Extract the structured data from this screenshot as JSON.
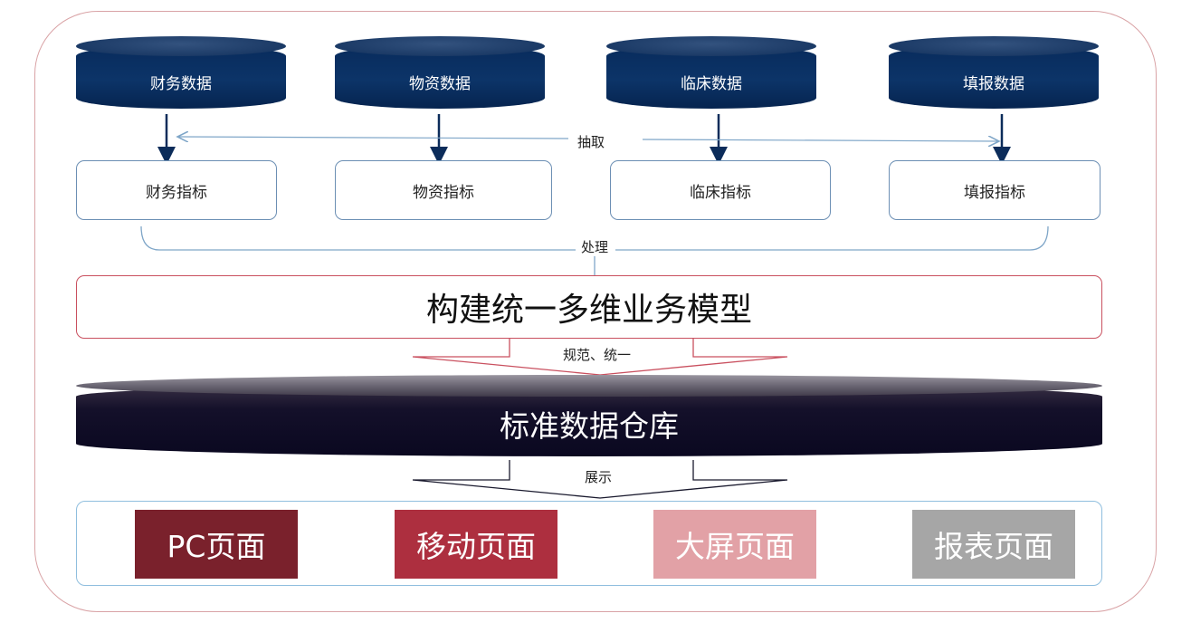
{
  "sources": [
    {
      "label": "财务数据"
    },
    {
      "label": "物资数据"
    },
    {
      "label": "临床数据"
    },
    {
      "label": "填报数据"
    }
  ],
  "indicators": [
    {
      "label": "财务指标"
    },
    {
      "label": "物资指标"
    },
    {
      "label": "临床指标"
    },
    {
      "label": "填报指标"
    }
  ],
  "connectors": {
    "extract": "抽取",
    "process": "处理",
    "standardize": "规范、统一",
    "display": "展示"
  },
  "model": {
    "label": "构建统一多维业务模型"
  },
  "warehouse": {
    "label": "标准数据仓库"
  },
  "pages": [
    {
      "label": "PC页面",
      "color": "#7a212c"
    },
    {
      "label": "移动页面",
      "color": "#ad2f3f"
    },
    {
      "label": "大屏页面",
      "color": "#e2a1a6"
    },
    {
      "label": "报表页面",
      "color": "#a6a6a6"
    }
  ]
}
